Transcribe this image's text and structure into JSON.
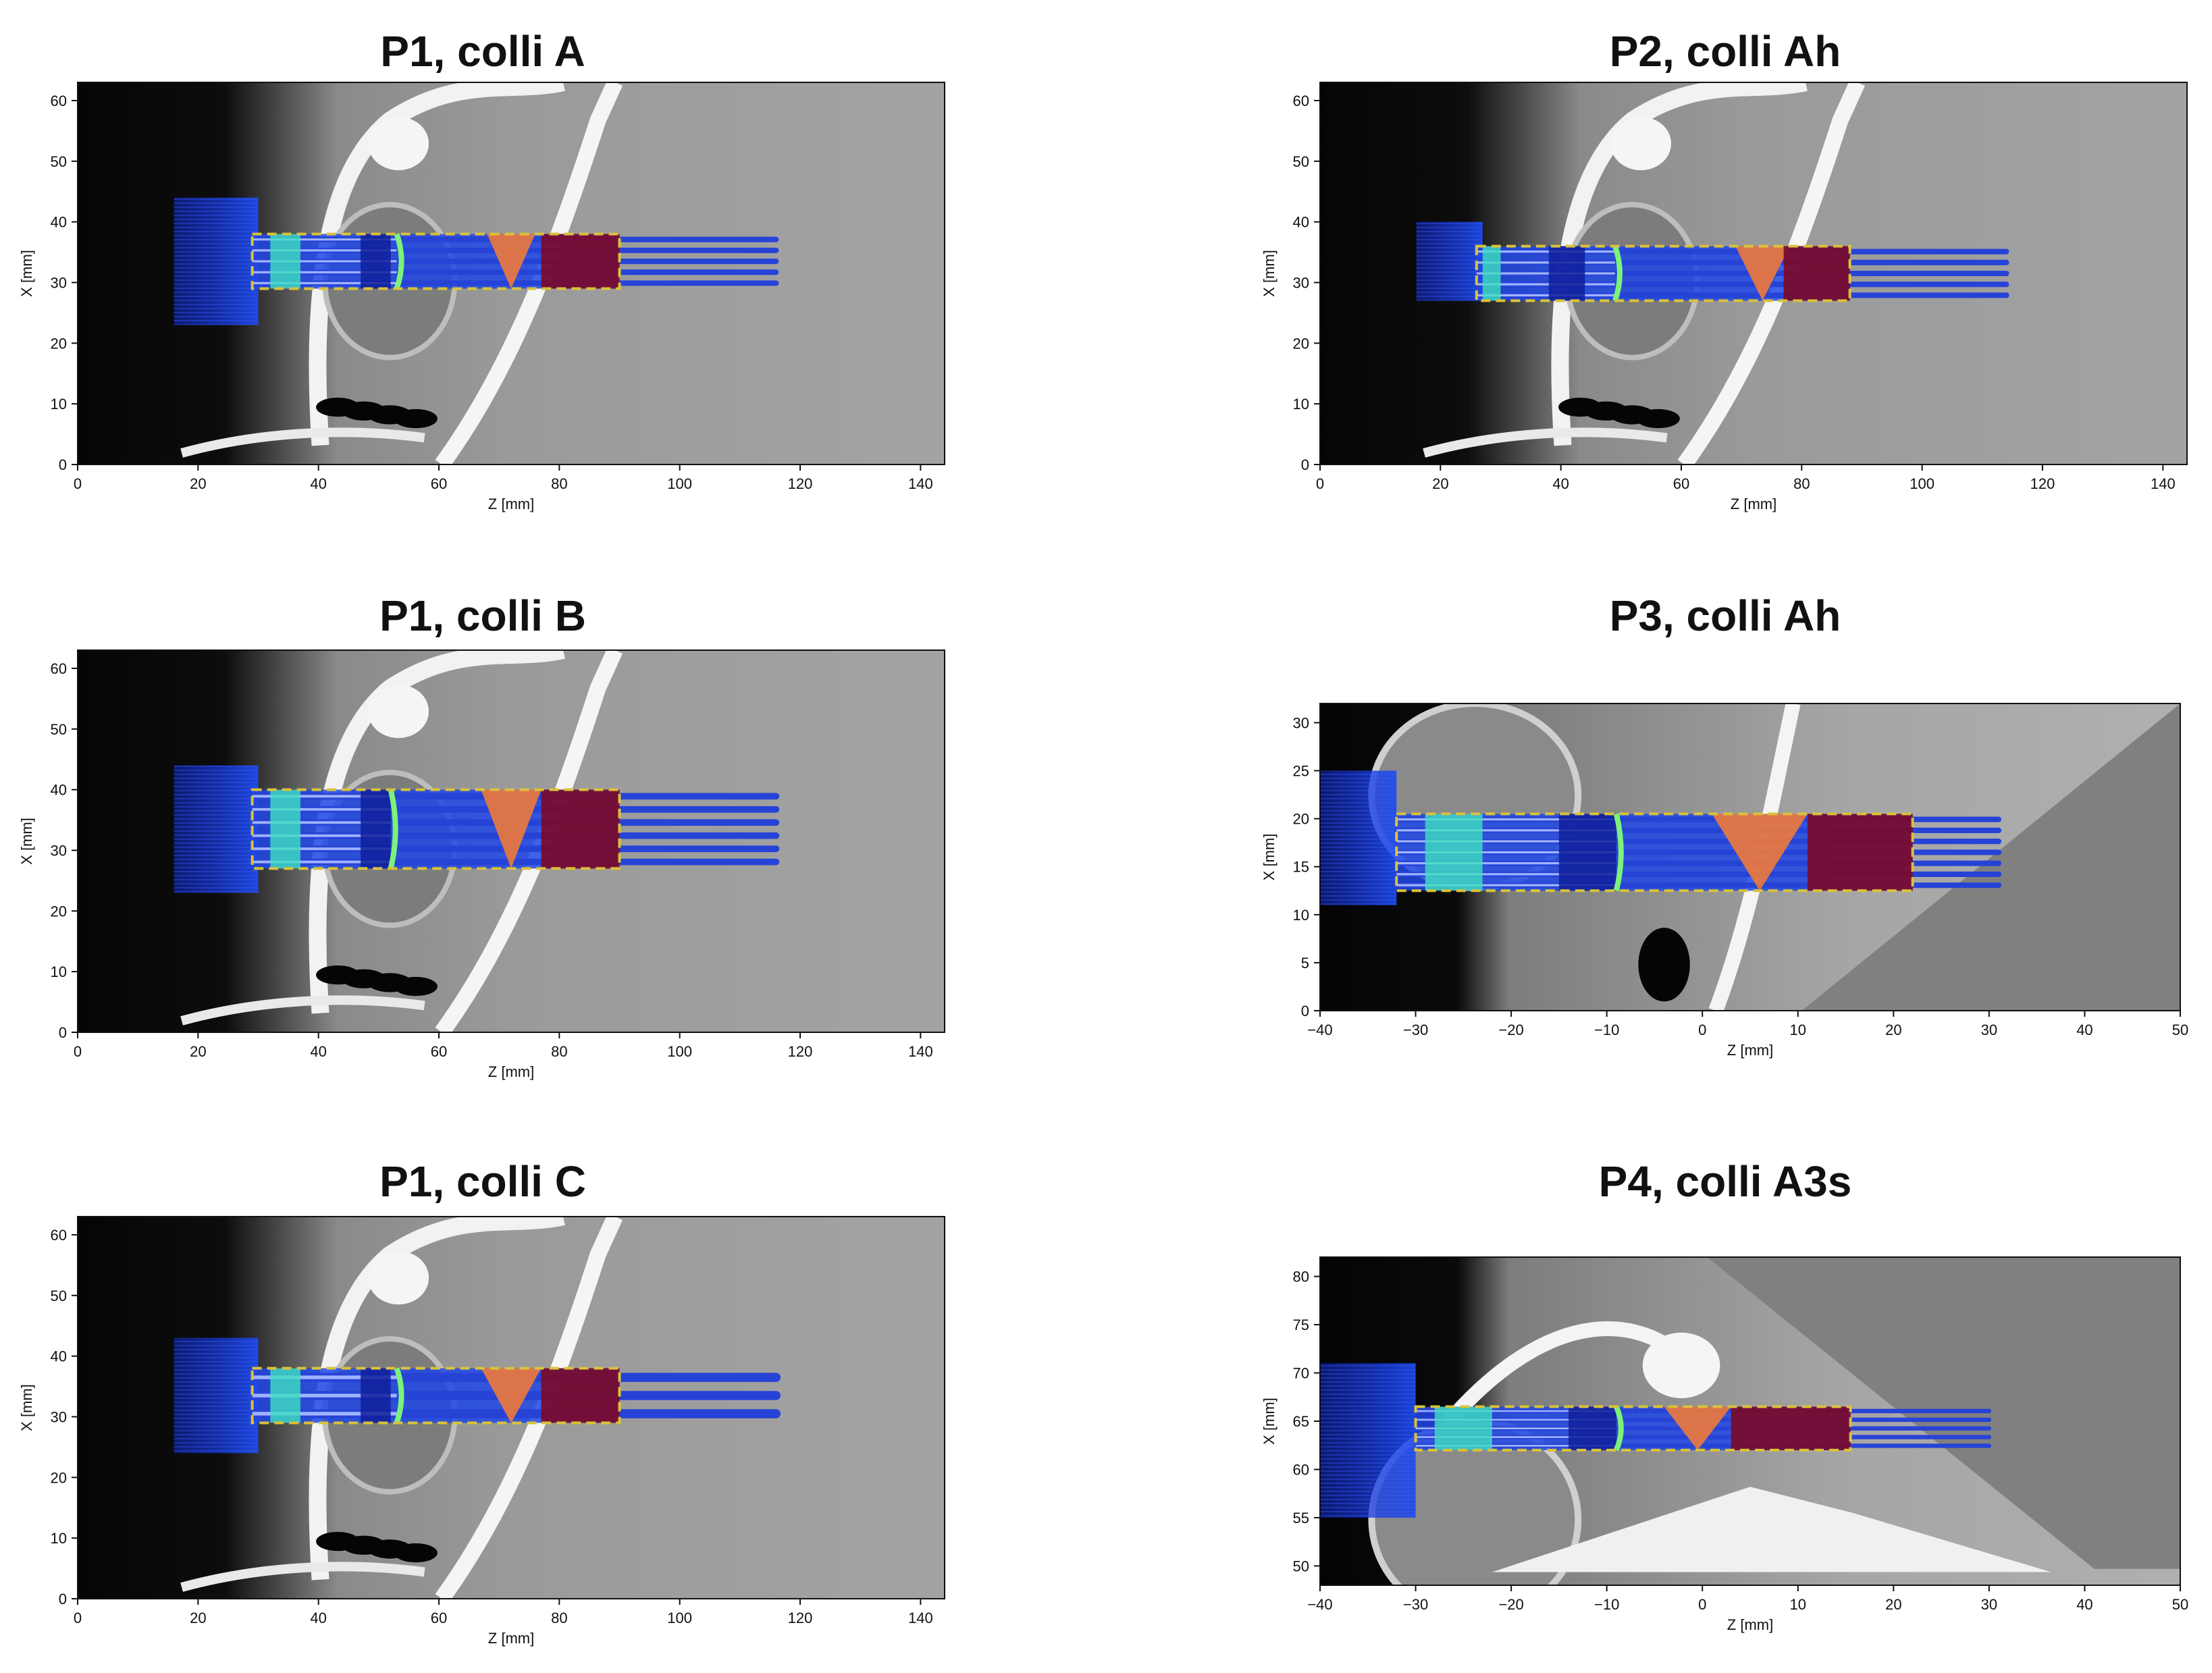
{
  "figure": {
    "panels": [
      {
        "id": "p1a",
        "title": "P1, colli A",
        "xlabel": "Z [mm]",
        "ylabel": "X [mm]",
        "xlim": [
          0,
          144
        ],
        "ylim": [
          0,
          63
        ],
        "xticks": [
          "0",
          "20",
          "40",
          "60",
          "80",
          "100",
          "120",
          "140"
        ],
        "yticks": [
          "0",
          "10",
          "20",
          "30",
          "40",
          "50",
          "60"
        ],
        "fields": {
          "spread_z": [
            16,
            30
          ],
          "spread_x": [
            23,
            44
          ],
          "box_z": [
            29,
            90
          ],
          "box_x": [
            29,
            38
          ],
          "lines": 5,
          "lines_end_z": 116,
          "green_z": [
            32,
            37
          ],
          "navy_z": [
            47,
            52
          ],
          "ring_z": 53,
          "orange_z": [
            68,
            76
          ],
          "red_z": [
            77,
            90
          ]
        }
      },
      {
        "id": "p2ah",
        "title": "P2, colli Ah",
        "xlabel": "Z [mm]",
        "ylabel": "X [mm]",
        "xlim": [
          0,
          144
        ],
        "ylim": [
          0,
          63
        ],
        "xticks": [
          "0",
          "20",
          "40",
          "60",
          "80",
          "100",
          "120",
          "140"
        ],
        "yticks": [
          "0",
          "10",
          "20",
          "30",
          "40",
          "50",
          "60"
        ],
        "fields": {
          "spread_z": [
            16,
            27
          ],
          "spread_x": [
            27,
            40
          ],
          "box_z": [
            26,
            88
          ],
          "box_x": [
            27,
            36
          ],
          "lines": 5,
          "lines_end_z": 114,
          "green_z": [
            27,
            30
          ],
          "navy_z": [
            38,
            44
          ],
          "ring_z": 49,
          "orange_z": [
            69,
            78
          ],
          "red_z": [
            77,
            88
          ]
        }
      },
      {
        "id": "p1b",
        "title": "P1, colli B",
        "xlabel": "Z [mm]",
        "ylabel": "X [mm]",
        "xlim": [
          0,
          144
        ],
        "ylim": [
          0,
          63
        ],
        "xticks": [
          "0",
          "20",
          "40",
          "60",
          "80",
          "100",
          "120",
          "140"
        ],
        "yticks": [
          "0",
          "10",
          "20",
          "30",
          "40",
          "50",
          "60"
        ],
        "fields": {
          "spread_z": [
            16,
            30
          ],
          "spread_x": [
            23,
            44
          ],
          "box_z": [
            29,
            90
          ],
          "box_x": [
            27,
            40
          ],
          "lines": 6,
          "lines_end_z": 116,
          "green_z": [
            32,
            37
          ],
          "navy_z": [
            47,
            52
          ],
          "ring_z": 52,
          "orange_z": [
            67,
            77
          ],
          "red_z": [
            77,
            90
          ]
        }
      },
      {
        "id": "p3ah",
        "title": "P3, colli Ah",
        "xlabel": "Z [mm]",
        "ylabel": "X [mm]",
        "xlim": [
          -40,
          50
        ],
        "ylim": [
          0,
          32
        ],
        "xticks": [
          "−40",
          "−30",
          "−20",
          "−10",
          "0",
          "10",
          "20",
          "30",
          "40",
          "50"
        ],
        "yticks": [
          "0",
          "5",
          "10",
          "15",
          "20",
          "25",
          "30"
        ],
        "fields": {
          "spread_z": [
            -40,
            -32
          ],
          "spread_x": [
            11,
            25
          ],
          "box_z": [
            -32,
            22
          ],
          "box_x": [
            12.5,
            20.5
          ],
          "lines": 7,
          "lines_end_z": 31,
          "green_z": [
            -29,
            -23
          ],
          "navy_z": [
            -15,
            -9
          ],
          "ring_z": -9,
          "orange_z": [
            1,
            11
          ],
          "red_z": [
            11,
            22
          ]
        }
      },
      {
        "id": "p1c",
        "title": "P1, colli C",
        "xlabel": "Z [mm]",
        "ylabel": "X [mm]",
        "xlim": [
          0,
          144
        ],
        "ylim": [
          0,
          63
        ],
        "xticks": [
          "0",
          "20",
          "40",
          "60",
          "80",
          "100",
          "120",
          "140"
        ],
        "yticks": [
          "0",
          "10",
          "20",
          "30",
          "40",
          "50",
          "60"
        ],
        "fields": {
          "spread_z": [
            16,
            30
          ],
          "spread_x": [
            24,
            43
          ],
          "box_z": [
            29,
            90
          ],
          "box_x": [
            29,
            38
          ],
          "lines": 3,
          "lines_end_z": 116,
          "green_z": [
            32,
            37
          ],
          "navy_z": [
            47,
            52
          ],
          "ring_z": 53,
          "orange_z": [
            67,
            77
          ],
          "red_z": [
            77,
            90
          ]
        }
      },
      {
        "id": "p4a3s",
        "title": "P4, colli A3s",
        "xlabel": "Z [mm]",
        "ylabel": "X [mm]",
        "xlim": [
          -40,
          50
        ],
        "ylim": [
          48,
          82
        ],
        "xticks": [
          "−40",
          "−30",
          "−20",
          "−10",
          "0",
          "10",
          "20",
          "30",
          "40",
          "50"
        ],
        "yticks": [
          "50",
          "55",
          "60",
          "65",
          "70",
          "75",
          "80"
        ],
        "fields": {
          "spread_z": [
            -40,
            -30
          ],
          "spread_x": [
            55,
            71
          ],
          "box_z": [
            -30,
            15.5
          ],
          "box_x": [
            62,
            66.5
          ],
          "lines": 5,
          "lines_end_z": 30,
          "green_z": [
            -28,
            -22
          ],
          "navy_z": [
            -14,
            -9
          ],
          "ring_z": -9,
          "orange_z": [
            -4,
            3
          ],
          "red_z": [
            3,
            15.5
          ]
        }
      }
    ]
  }
}
